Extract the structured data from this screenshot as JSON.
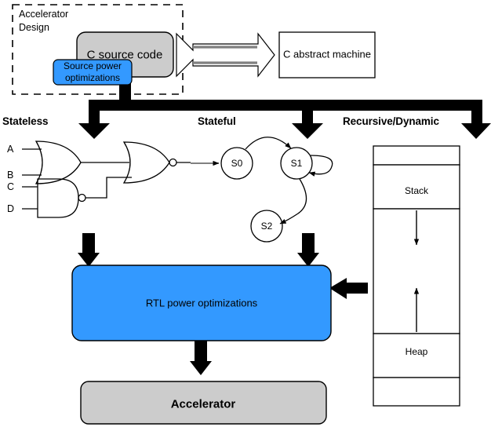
{
  "diagram": {
    "title_group": "Accelerator\nDesign",
    "colors": {
      "blue": "#3399FF",
      "gray": "#CCCCCC",
      "black": "#000000",
      "white": "#FFFFFF",
      "gray_line": "#808080"
    },
    "top": {
      "source_box": "C source code",
      "source_badge": "Source power\noptimizations",
      "abstract_machine": "C abstract machine",
      "bidirectional_arrow": "double-headed-arrow"
    },
    "sections": [
      {
        "label": "Stateless"
      },
      {
        "label": "Stateful"
      },
      {
        "label": "Recursive/Dynamic"
      }
    ],
    "stateless": {
      "inputs": [
        "A",
        "B",
        "C",
        "D"
      ],
      "gates": [
        {
          "type": "OR",
          "inputs": [
            "A",
            "B"
          ]
        },
        {
          "type": "NAND",
          "inputs": [
            "C",
            "D"
          ]
        },
        {
          "type": "NOR",
          "inputs": [
            "OR",
            "NAND"
          ]
        }
      ]
    },
    "stateful": {
      "states": [
        "S0",
        "S1",
        "S2"
      ],
      "transitions": [
        {
          "from": "start",
          "to": "S0"
        },
        {
          "from": "S0",
          "to": "S1"
        },
        {
          "from": "S1",
          "to": "S1"
        },
        {
          "from": "S1",
          "to": "S2"
        }
      ]
    },
    "memory": {
      "regions": [
        "",
        "Stack",
        "",
        "Heap",
        ""
      ],
      "stack_label": "Stack",
      "heap_label": "Heap",
      "growth_down": "stack-grows-down-arrow",
      "growth_up": "heap-grows-up-arrow"
    },
    "rtl_box": "RTL power optimizations",
    "accelerator_box": "Accelerator"
  }
}
